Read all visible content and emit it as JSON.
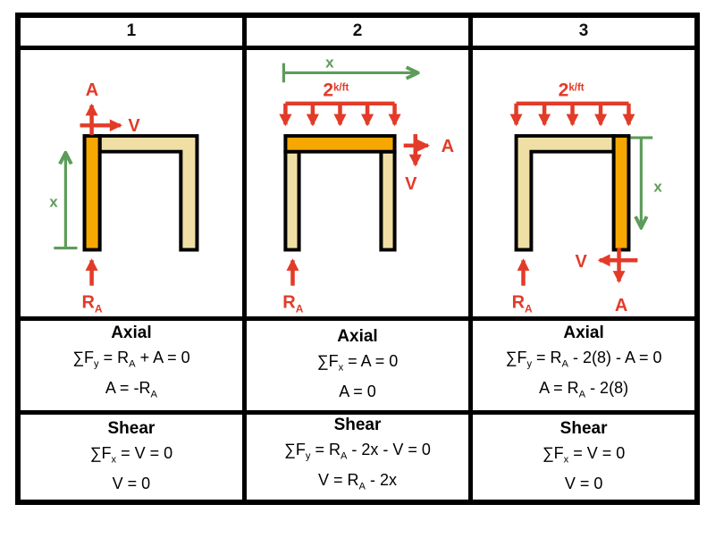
{
  "colors": {
    "red": "#e23b28",
    "green": "#5d9c59",
    "orange": "#f6a700",
    "tan": "#f0dfa5",
    "ink": "#000000"
  },
  "columns": [
    {
      "header": "1",
      "diagram": {
        "axial_label": "A",
        "shear_label": "V",
        "dim_label": "x",
        "reaction_label": "R_A"
      },
      "axial": {
        "title": "Axial",
        "line1": "∑F_y = R_A + A = 0",
        "line2": "A = -R_A"
      },
      "shear": {
        "title": "Shear",
        "line1": "∑F_x = V = 0",
        "line2": "V = 0"
      }
    },
    {
      "header": "2",
      "diagram": {
        "load_label": "2^{k/ft}",
        "dim_label": "x",
        "axial_label": "A",
        "shear_label": "V",
        "reaction_label": "R_A"
      },
      "axial": {
        "title": "Axial",
        "line1": "∑F_x = A = 0",
        "line2": "A = 0"
      },
      "shear": {
        "title": "Shear",
        "line1": "∑F_y = R_A - 2x - V = 0",
        "line2": "V = R_A - 2x"
      }
    },
    {
      "header": "3",
      "diagram": {
        "load_label": "2^{k/ft}",
        "dim_label": "x",
        "axial_label": "A",
        "shear_label": "V",
        "reaction_label": "R_A"
      },
      "axial": {
        "title": "Axial",
        "line1": "∑F_y = R_A - 2(8) - A = 0",
        "line2": "A = R_A - 2(8)"
      },
      "shear": {
        "title": "Shear",
        "line1": "∑F_x = V = 0",
        "line2": "V = 0"
      }
    }
  ]
}
